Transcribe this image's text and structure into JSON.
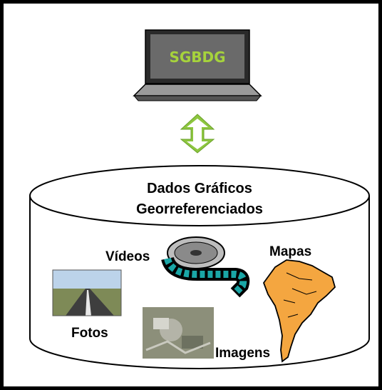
{
  "laptop": {
    "screen_text": "SGBDG",
    "screen_text_color": "#a6d33c",
    "screen_color": "#6a6a6a"
  },
  "arrow": {
    "color": "#8dc63f"
  },
  "database": {
    "title_line1": "Dados Gráficos",
    "title_line2": "Georreferenciados",
    "items": {
      "videos": "Vídeos",
      "mapas": "Mapas",
      "fotos": "Fotos",
      "imagens": "Imagens"
    }
  },
  "colors": {
    "border": "#000000",
    "map_fill": "#f4a640",
    "film_accent": "#1aa6a6"
  }
}
